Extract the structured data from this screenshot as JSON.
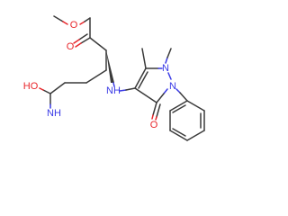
{
  "molecule": {
    "atoms": {
      "ester_o_dbl": "O",
      "ester_o": "O",
      "amide_o": "HO",
      "amide_n": "NH",
      "amine_n": "NH",
      "ring_n1": "N",
      "ring_n2": "N",
      "ring_o": "O"
    },
    "colors": {
      "bond": "#3a3a3a",
      "oxygen": "#e8252a",
      "nitrogen": "#3a3ae6"
    }
  }
}
